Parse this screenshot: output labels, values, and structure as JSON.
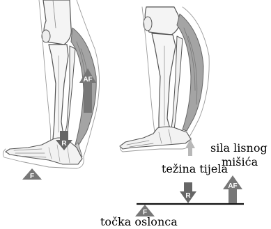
{
  "labels": {
    "af": "AF",
    "r": "R",
    "f": "F",
    "body_weight": "težina tijela",
    "calf_force_line1": "sila lisnog",
    "calf_force_line2": "mišića",
    "fulcrum": "točka oslonca"
  },
  "colors": {
    "arrow_fill": "#7a7a7a",
    "arrow_dark": "#6a6a6a",
    "light_arrow": "#b8b8b8",
    "bone_line": "#555555",
    "muscle": "#9a9a9a",
    "beam": "#111111",
    "text": "#000000"
  }
}
